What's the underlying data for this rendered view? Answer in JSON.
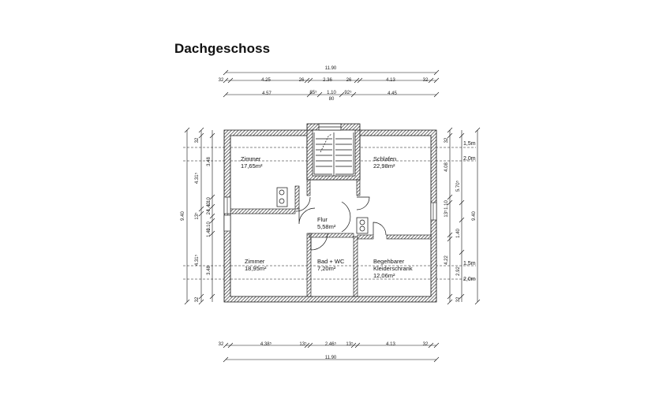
{
  "title": "Dachgeschoss",
  "colors": {
    "wall": "#555555",
    "line": "#111111"
  },
  "dims_top": {
    "overall": "11.90",
    "chain1": [
      "32",
      "4.25",
      "26",
      "2.36",
      "26",
      "4.13",
      "32"
    ],
    "chain2": [
      "4.57",
      "85⁵",
      "1.10",
      "80",
      "92⁵",
      "4.45"
    ]
  },
  "dims_bottom": {
    "chain": [
      "32",
      "4.38⁵",
      "13⁵",
      "2.46⁵",
      "13⁵",
      "4.13",
      "32"
    ],
    "overall": "11.90"
  },
  "dims_left": {
    "overall": "9.40",
    "chain_outer": [
      "32",
      "4.31⁵",
      "13⁵",
      "4.31⁵",
      "32"
    ],
    "chain_inner": [
      "3.48",
      "1.10",
      "24",
      "1.40",
      "1.10",
      "1.40",
      "3.48"
    ]
  },
  "dims_right": {
    "overall": "9.40",
    "chain_outer": [
      "32",
      "4.08",
      "13⁵",
      "4.22",
      "2.92",
      "32"
    ],
    "chain_inner": [
      "5.70⁵",
      "1.10",
      "1.40"
    ]
  },
  "heights": [
    "1,5m",
    "2,0m",
    "1,5m",
    "2,0m"
  ],
  "rooms": [
    {
      "name": "Zimmer",
      "area": "17,65m²"
    },
    {
      "name": "Schlafen",
      "area": "22,98m²"
    },
    {
      "name": "Flur",
      "area": "5,58m²"
    },
    {
      "name": "Zimmer",
      "area": "18,95m²"
    },
    {
      "name": "Bad + WC",
      "area": "7,20m²"
    },
    {
      "name": "Begehbarer",
      "name2": "Kleiderschrank",
      "area": "12,06m²"
    }
  ]
}
